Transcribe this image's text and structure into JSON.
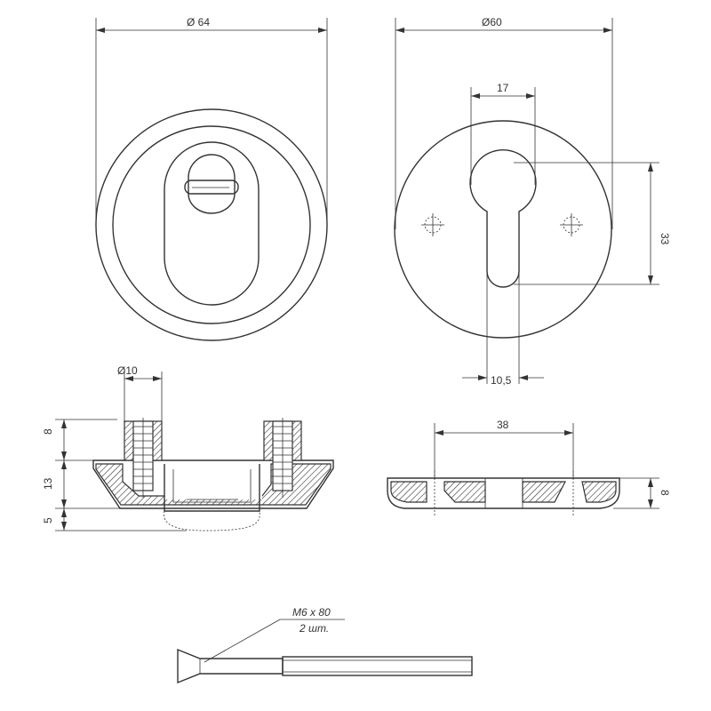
{
  "dimensions": {
    "front_diameter": "Ø 64",
    "back_diameter": "Ø60",
    "keyhole_width": "17",
    "keyhole_height": "33",
    "slot_width": "10,5",
    "bolt_diameter": "Ø10",
    "section_top": "8",
    "section_mid": "13",
    "section_bottom": "5",
    "plate_hole_spacing": "38",
    "plate_thickness": "8"
  },
  "screw": {
    "spec": "M6 x 80",
    "quantity": "2 шт."
  },
  "colors": {
    "line": "#333333",
    "background": "#ffffff"
  }
}
